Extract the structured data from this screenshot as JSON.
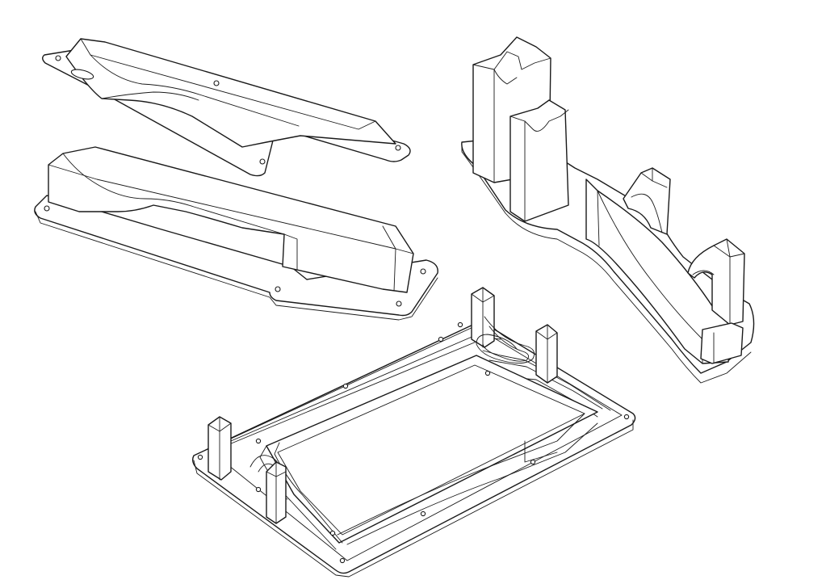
{
  "figure": {
    "background": "#ffffff",
    "line_color": "#1a1a1a",
    "style": "isometric line drawing",
    "parts": [
      {
        "id": "top-lid-plate"
      },
      {
        "id": "bottom-tray-plate"
      },
      {
        "id": "upright-holder-fixture"
      },
      {
        "id": "frame-base-plate"
      }
    ]
  }
}
